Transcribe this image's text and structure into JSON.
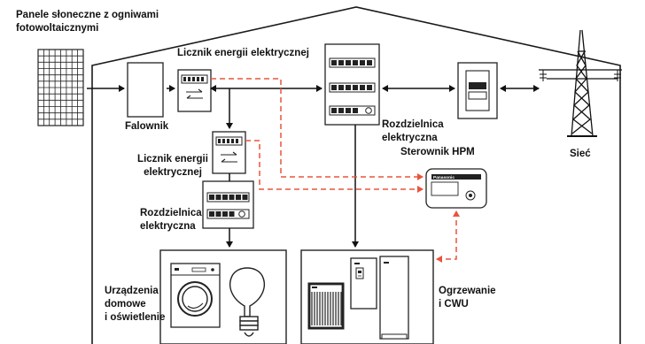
{
  "labels": {
    "solar_panels": "Panele słoneczne z ogniwami\nfotowoltaicznymi",
    "energy_meter_top": "Licznik energii elektrycznej",
    "inverter": "Falownik",
    "energy_meter_mid": "Licznik energii\nelektrycznej",
    "switchboard_main": "Rozdzielnica\nelektryczna",
    "hpm_controller": "Sterownik HPM",
    "switchboard_small": "Rozdzielnica\nelektryczna",
    "grid": "Sieć",
    "appliances": "Urządzenia\ndomowe\ni oświetlenie",
    "heating": "Ogrzewanie\ni CWU"
  },
  "device_brand": "Panasonic",
  "colors": {
    "power_flow": "#111111",
    "control_link": "#e8553c",
    "outline": "#1a1a1a"
  }
}
